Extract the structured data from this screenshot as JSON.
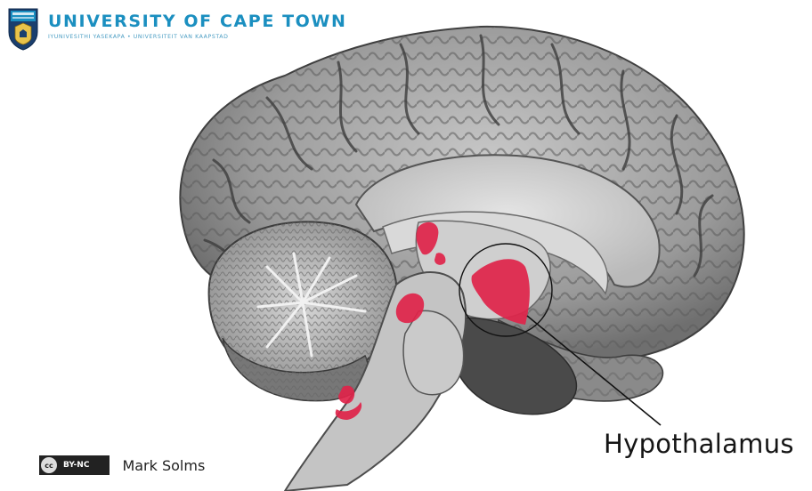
{
  "header": {
    "title": "UNIVERSITY OF CAPE TOWN",
    "subtitle": "IYUNIVESITHI YASEKAPA • UNIVERSITEIT VAN KAAPSTAD"
  },
  "figure": {
    "label": "Hypothalamus",
    "highlight_color": "#e0244a",
    "brain_tone": "#9b9b9b"
  },
  "footer": {
    "license": "BY-NC",
    "license_icon": "cc",
    "author": "Mark Solms"
  },
  "colors": {
    "brand": "#1b8fc0",
    "crest_navy": "#1a3f6e"
  }
}
